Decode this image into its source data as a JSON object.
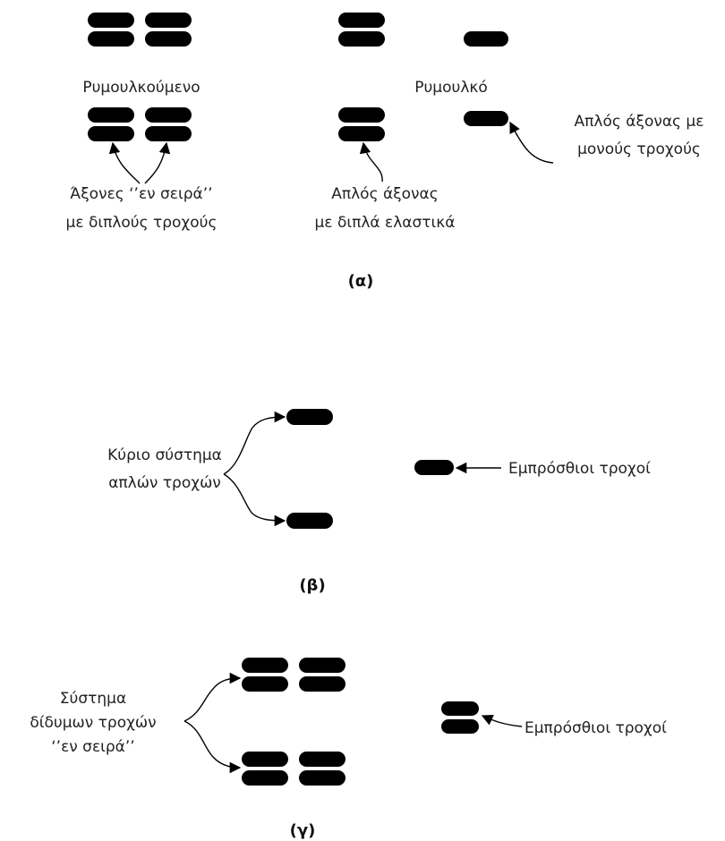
{
  "panel_a": {
    "caption": "(α)",
    "trailer_label": "Ρυμουλκούμενο",
    "tractor_label": "Ρυμουλκό",
    "tandem_label_1": "Άξονες ‘’εν σειρά’’",
    "tandem_label_2": "με διπλούς τροχούς",
    "single_dual_label_1": "Απλός άξονας",
    "single_dual_label_2": "με διπλά ελαστικά",
    "single_single_label_1": "Απλός άξονας με",
    "single_single_label_2": "μονούς τροχούς"
  },
  "panel_b": {
    "caption": "(β)",
    "main_label_1": "Κύριο σύστημα",
    "main_label_2": "απλών τροχών",
    "front_label": "Εμπρόσθιοι τροχοί"
  },
  "panel_c": {
    "caption": "(γ)",
    "main_label_1": "Σύστημα",
    "main_label_2": "δίδυμων τροχών",
    "main_label_3": "‘’εν σειρά’’",
    "front_label": "Εμπρόσθιοι τροχοί"
  },
  "colors": {
    "wheel": "#000000",
    "text": "#222222",
    "background": "#ffffff"
  }
}
